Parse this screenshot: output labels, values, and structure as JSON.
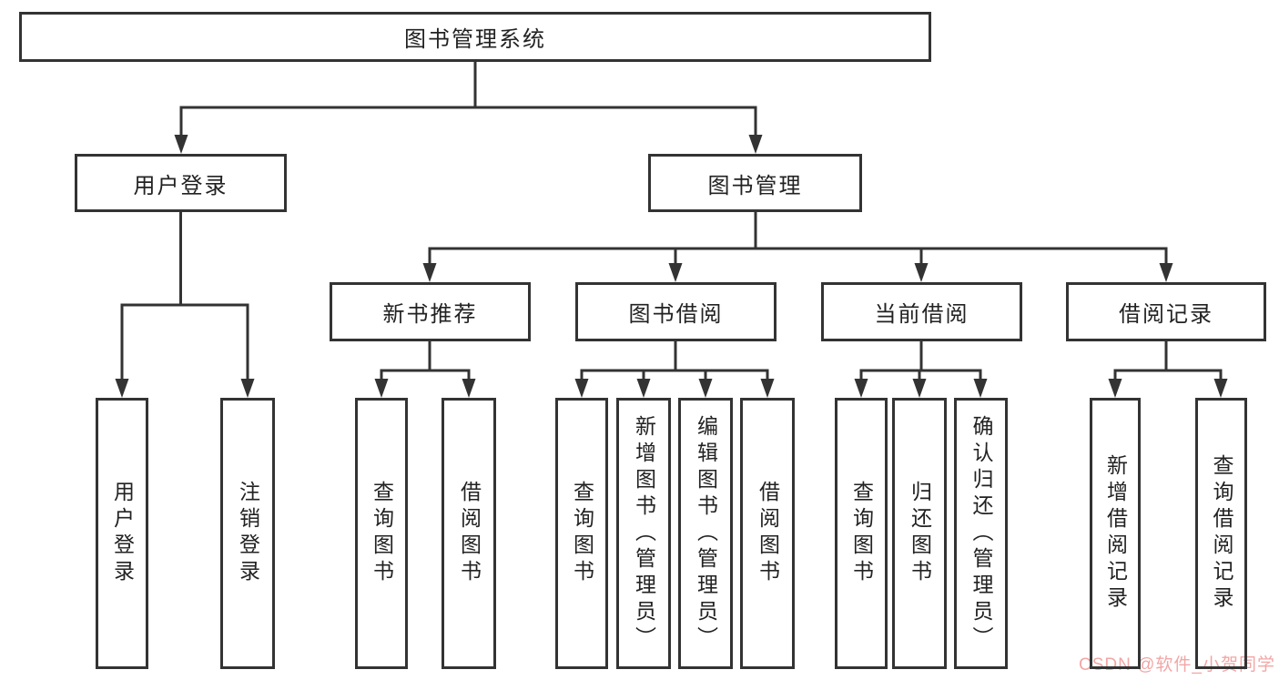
{
  "diagram": {
    "title": "图书管理系统",
    "line_color": "#333333",
    "nodes": {
      "root": {
        "label": "图书管理系统"
      },
      "user_login": {
        "label": "用户登录"
      },
      "book_management": {
        "label": "图书管理"
      },
      "new_book_recommendation": {
        "label": "新书推荐"
      },
      "book_borrowing": {
        "label": "图书借阅"
      },
      "current_borrowing": {
        "label": "当前借阅"
      },
      "borrowing_records": {
        "label": "借阅记录"
      }
    },
    "leaves": [
      {
        "label": "用户登录",
        "parent": "用户登录"
      },
      {
        "label": "注销登录",
        "parent": "用户登录"
      },
      {
        "label": "查询图书",
        "parent": "新书推荐"
      },
      {
        "label": "借阅图书",
        "parent": "新书推荐"
      },
      {
        "label": "查询图书",
        "parent": "图书借阅"
      },
      {
        "label": "新增图书（管理员）",
        "parent": "图书借阅"
      },
      {
        "label": "编辑图书（管理员）",
        "parent": "图书借阅"
      },
      {
        "label": "借阅图书",
        "parent": "图书借阅"
      },
      {
        "label": "查询图书",
        "parent": "当前借阅"
      },
      {
        "label": "归还图书",
        "parent": "当前借阅"
      },
      {
        "label": "确认归还（管理员）",
        "parent": "当前借阅"
      },
      {
        "label": "新增借阅记录",
        "parent": "借阅记录"
      },
      {
        "label": "查询借阅记录",
        "parent": "借阅记录"
      }
    ]
  },
  "watermark": {
    "text": "CSDN @软件_小贺同学",
    "color": "#f2a6a6"
  }
}
